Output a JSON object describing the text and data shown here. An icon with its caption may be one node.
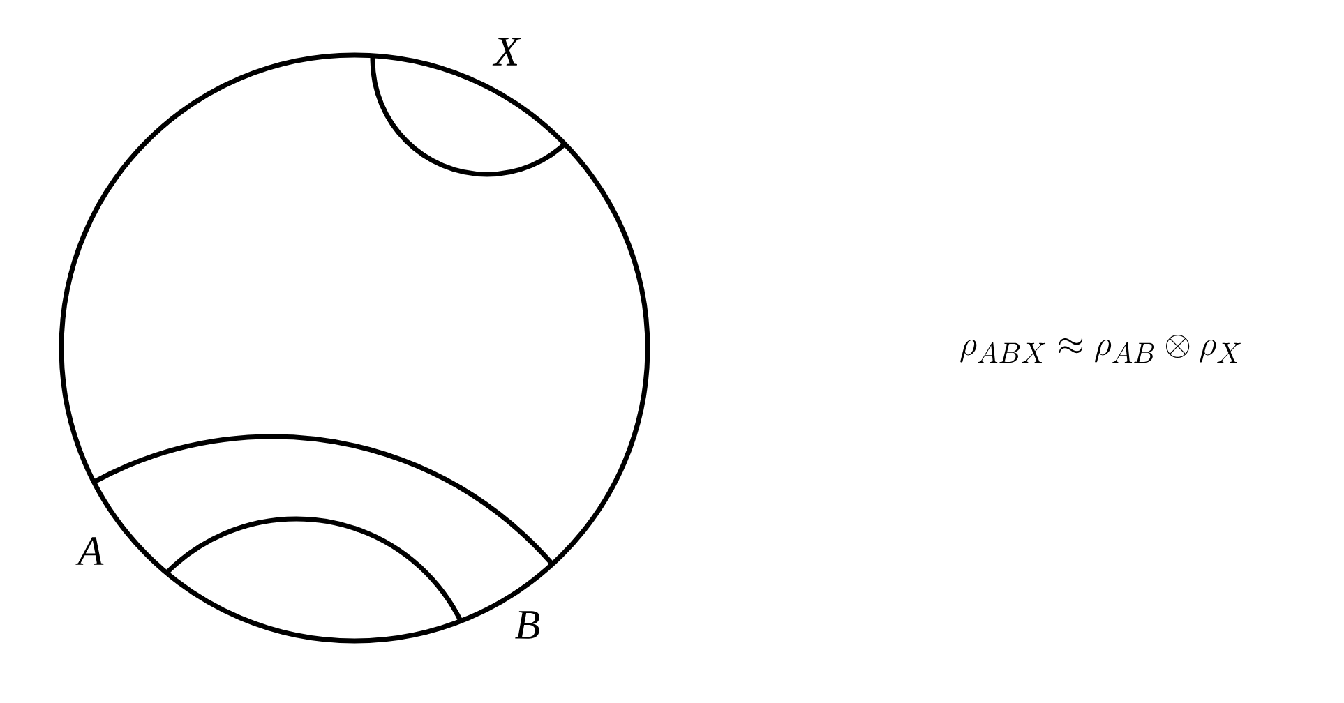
{
  "diagram": {
    "labels": [
      "X",
      "A",
      "B",
      "\\rho_{ABX} \\approx \\rho_{AB} \\otimes \\rho_X"
    ]
  }
}
